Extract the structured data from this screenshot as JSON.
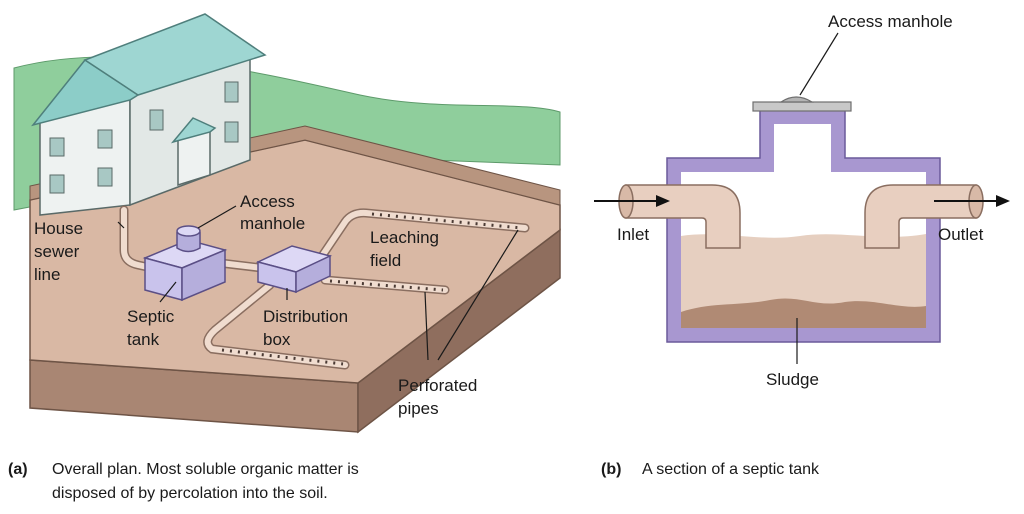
{
  "diagram_a": {
    "labels": {
      "access_manhole": [
        "Access",
        "manhole"
      ],
      "house_sewer_line": [
        "House",
        "sewer",
        "line"
      ],
      "leaching_field": [
        "Leaching",
        "field"
      ],
      "septic_tank": [
        "Septic",
        "tank"
      ],
      "distribution_box": [
        "Distribution",
        "box"
      ],
      "perforated_pipes": [
        "Perforated",
        "pipes"
      ]
    },
    "caption": {
      "key": "(a)",
      "lines": [
        "Overall plan. Most soluble organic matter is",
        "disposed of by percolation into the soil."
      ]
    }
  },
  "diagram_b": {
    "labels": {
      "access_manhole": "Access manhole",
      "inlet": "Inlet",
      "outlet": "Outlet",
      "sludge": "Sludge"
    },
    "caption": {
      "key": "(b)",
      "text": "A section of a septic tank"
    }
  },
  "colors": {
    "grass": "#8fce9c",
    "ground_top": "#d9b8a4",
    "ground_front": "#a98673",
    "house_wall": "#eef2f1",
    "roof": "#9ed6d2",
    "tank": "#c9c3ec",
    "tank_wall": "#a897d0",
    "liquid": "#e6cfc0",
    "sludge": "#b08a74",
    "pipe": "#f0dccf"
  }
}
